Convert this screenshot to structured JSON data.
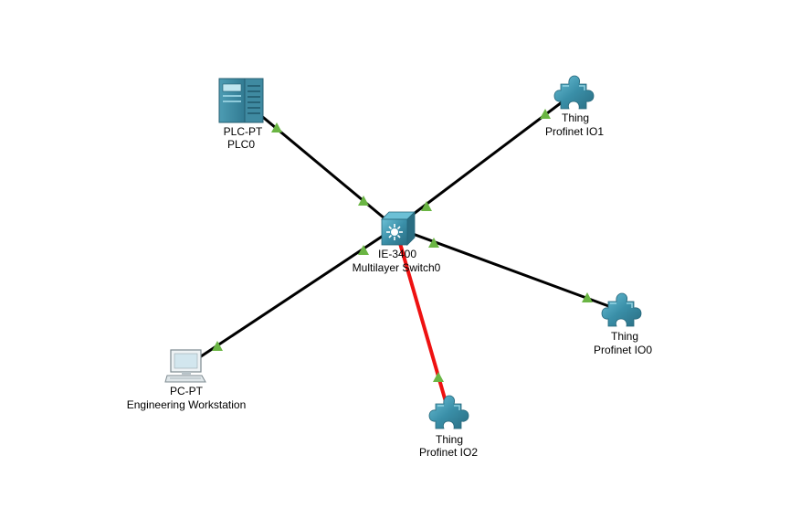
{
  "colors": {
    "background": "#ffffff",
    "link_ok": "#000000",
    "link_down": "#ee1111",
    "link_indicator": "#6ab543",
    "device_teal": "#3a8fa8",
    "device_teal_dark": "#2a6d82"
  },
  "devices": {
    "plc": {
      "type_label": "PLC-PT",
      "name_label": "PLC0",
      "icon": "plc-icon"
    },
    "switch": {
      "type_label": "IE-3400",
      "name_label": "Multilayer Switch0",
      "icon": "multilayer-switch-icon"
    },
    "io1": {
      "type_label": "Thing",
      "name_label": "Profinet IO1",
      "icon": "puzzle-thing-icon"
    },
    "io0": {
      "type_label": "Thing",
      "name_label": "Profinet IO0",
      "icon": "puzzle-thing-icon"
    },
    "io2": {
      "type_label": "Thing",
      "name_label": "Profinet IO2",
      "icon": "puzzle-thing-icon"
    },
    "pc": {
      "type_label": "PC-PT",
      "name_label": "Engineering Workstation",
      "icon": "pc-icon"
    }
  },
  "links": [
    {
      "from": "plc",
      "to": "switch",
      "status": "up"
    },
    {
      "from": "io1",
      "to": "switch",
      "status": "up"
    },
    {
      "from": "pc",
      "to": "switch",
      "status": "up"
    },
    {
      "from": "io0",
      "to": "switch",
      "status": "up"
    },
    {
      "from": "io2",
      "to": "switch",
      "status": "down"
    }
  ]
}
